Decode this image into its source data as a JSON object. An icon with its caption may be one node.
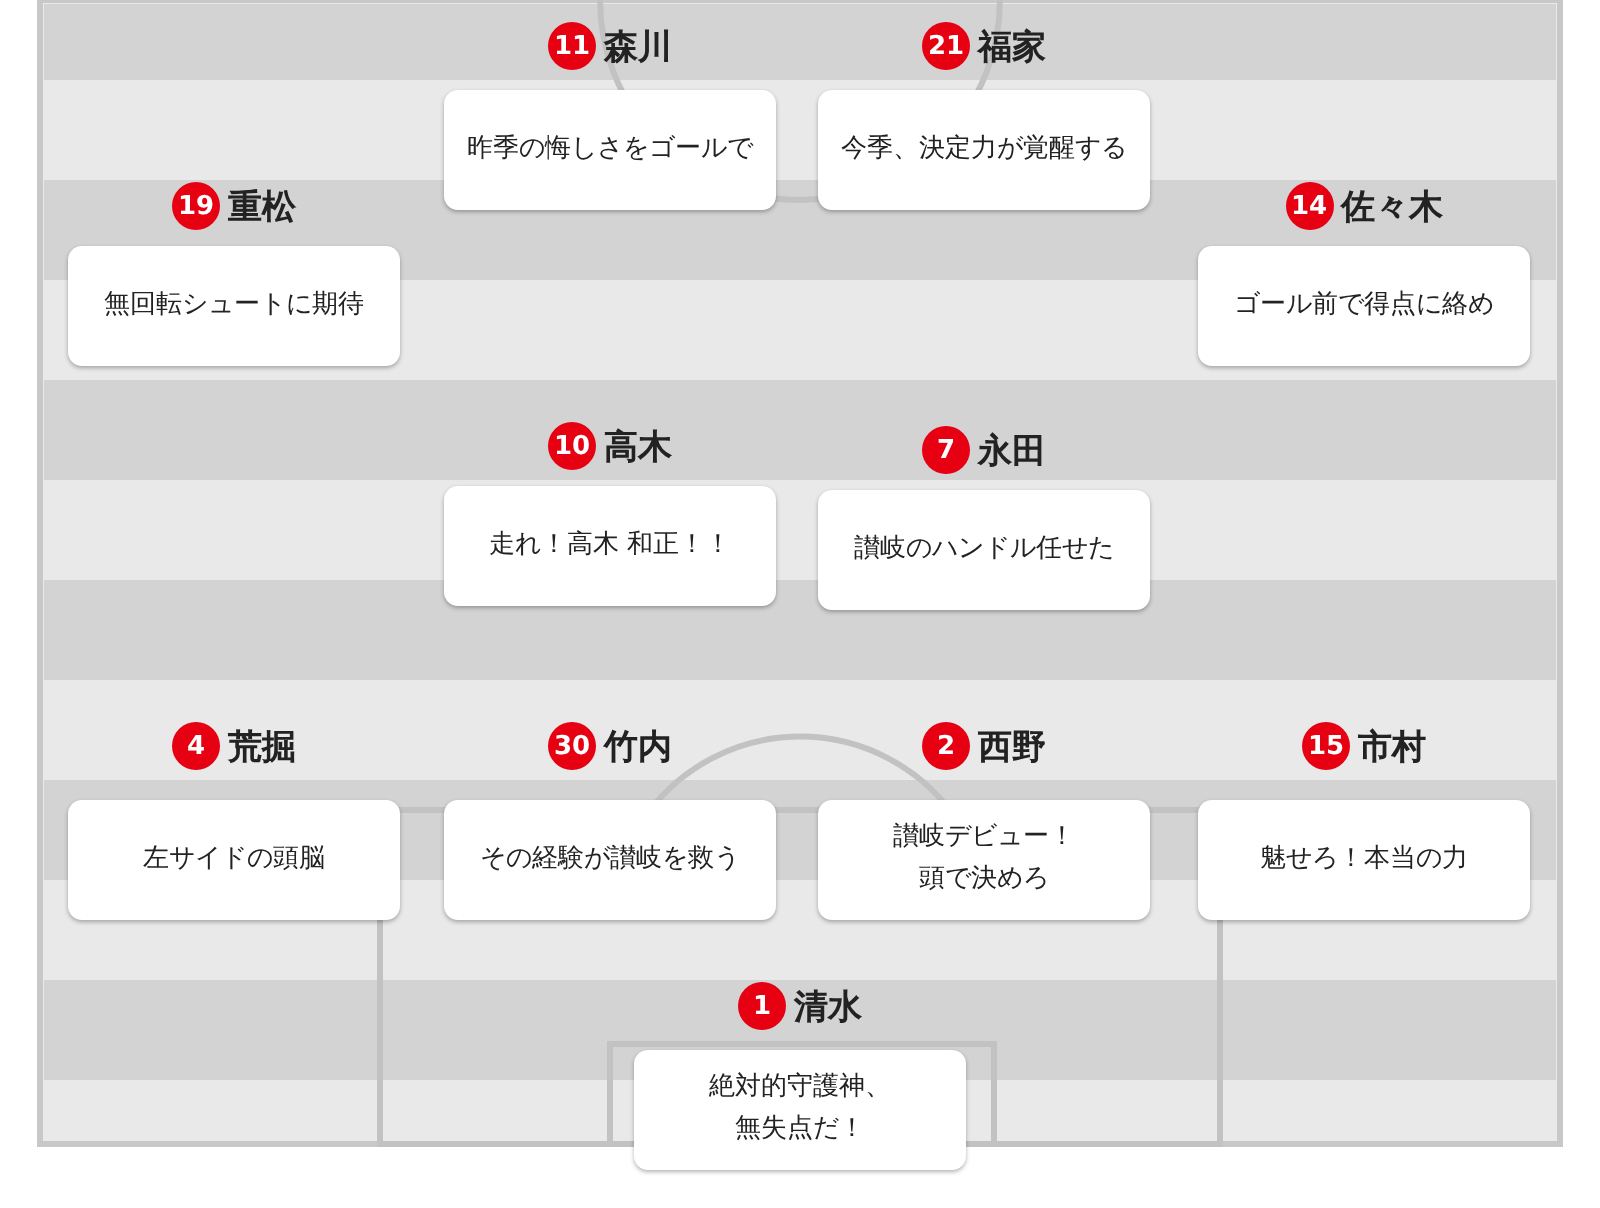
{
  "diagram": {
    "nodes": [
      {
        "text": [
          "11"
        ],
        "beside": [
          "森川"
        ]
      },
      {
        "text": [
          "昨季の悔しさをゴールで"
        ]
      },
      {
        "text": [
          "21"
        ],
        "beside": [
          "福家"
        ]
      },
      {
        "text": [
          "今季、決定力が覚醒する"
        ]
      },
      {
        "text": [
          "19"
        ],
        "beside": [
          "重松"
        ]
      },
      {
        "text": [
          "無回転シュートに期待"
        ]
      },
      {
        "text": [
          "14"
        ],
        "beside": [
          "佐々木"
        ]
      },
      {
        "text": [
          "ゴール前で得点に絡め"
        ]
      },
      {
        "text": [
          "10"
        ],
        "beside": [
          "高木"
        ]
      },
      {
        "text": [
          "走れ！高木 和正！！"
        ]
      },
      {
        "text": [
          "7"
        ],
        "beside": [
          "永田"
        ]
      },
      {
        "text": [
          "讃岐のハンドル任せた"
        ]
      },
      {
        "text": [
          "4"
        ],
        "beside": [
          "荒掘"
        ]
      },
      {
        "text": [
          "左サイドの頭脳"
        ]
      },
      {
        "text": [
          "30"
        ],
        "beside": [
          "竹内"
        ]
      },
      {
        "text": [
          "その経験が讃岐を救う"
        ]
      },
      {
        "text": [
          "2"
        ],
        "beside": [
          "西野"
        ]
      },
      {
        "text": [
          "讃岐デビュー！頭で決めろ"
        ]
      },
      {
        "text": [
          "15"
        ],
        "beside": [
          "市村"
        ]
      },
      {
        "text": [
          "魅せろ！本当の力"
        ]
      },
      {
        "text": [
          "1"
        ],
        "beside": [
          "清水"
        ]
      },
      {
        "text": [
          "絶対的守護神、無失点だ！"
        ]
      }
    ]
  }
}
